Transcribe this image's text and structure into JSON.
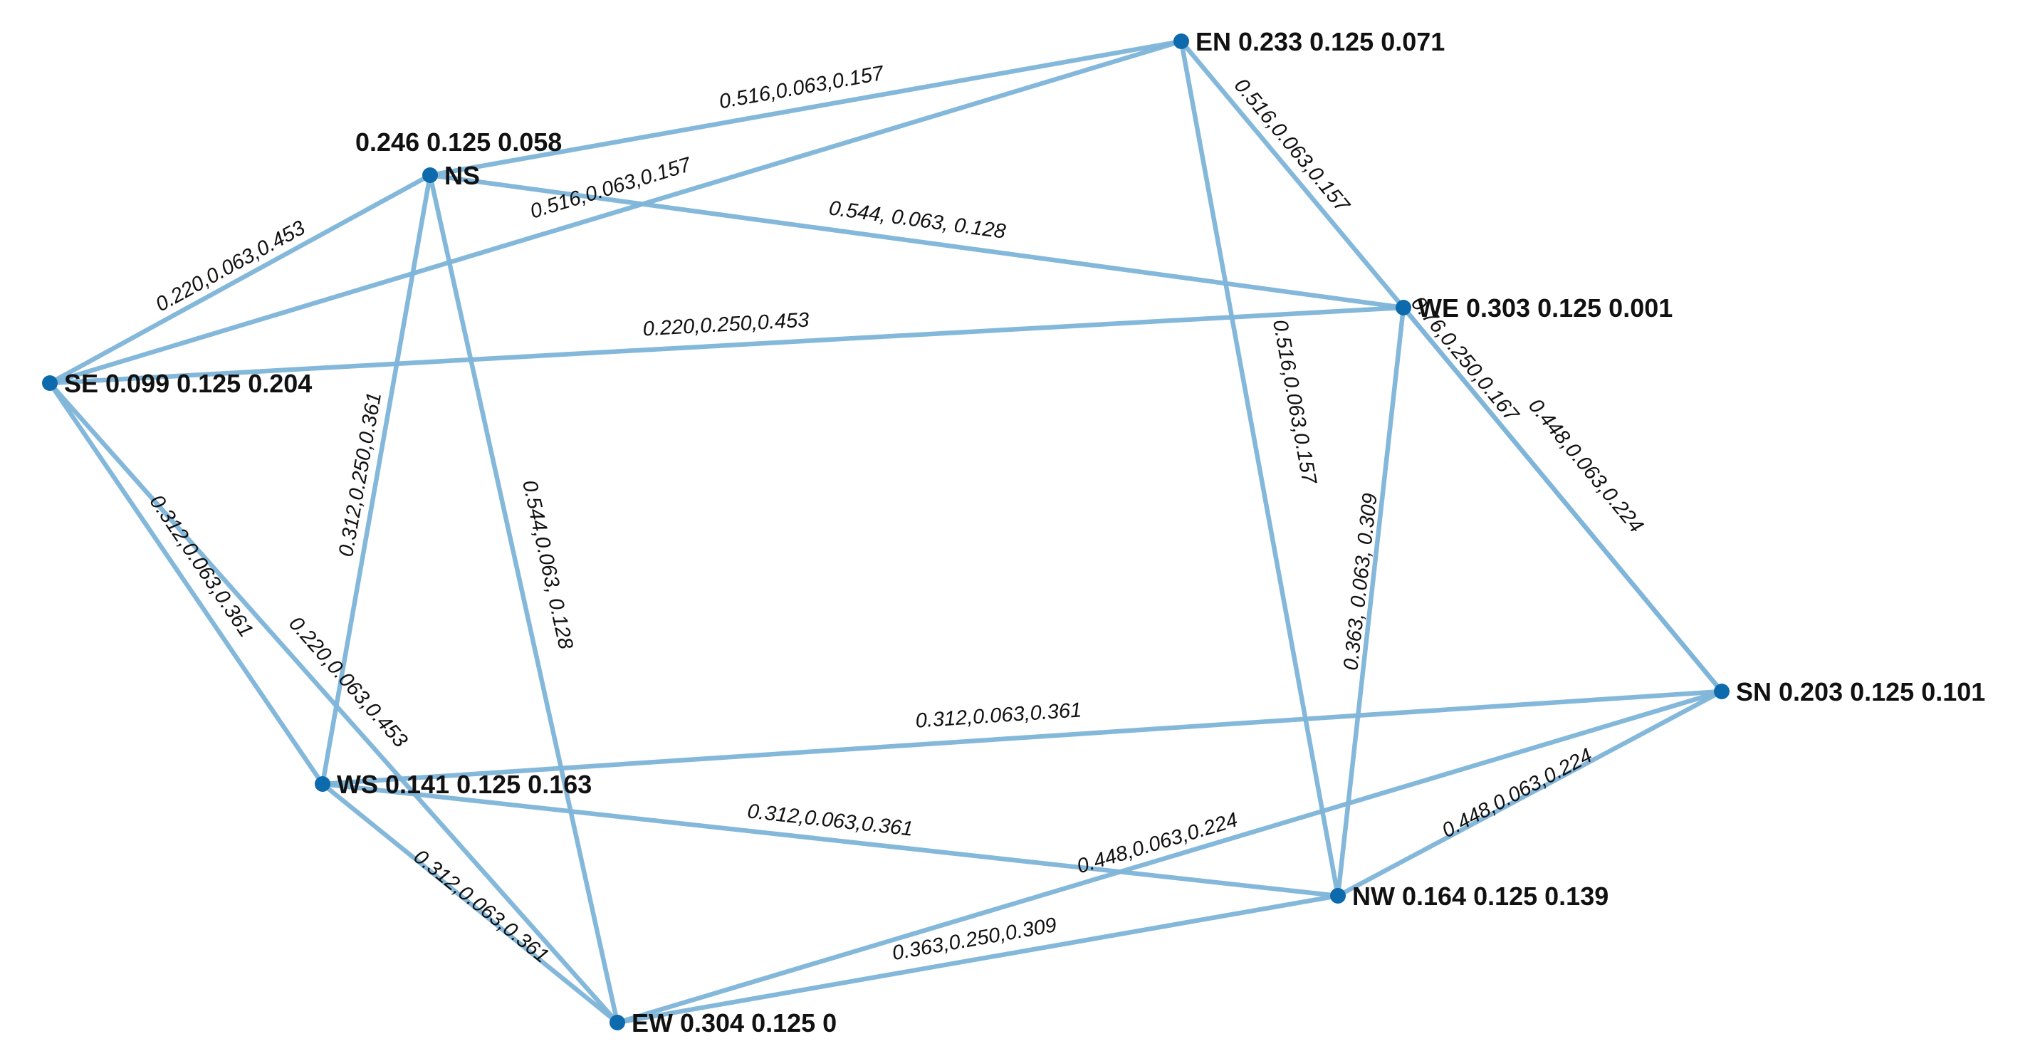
{
  "colors": {
    "edge": "#7eb5d9",
    "node": "#0d6aad",
    "text": "#111111",
    "background": "#ffffff"
  },
  "nodes": [
    {
      "id": "EN",
      "text": "EN 0.233 0.125 0.071"
    },
    {
      "id": "NS",
      "text": "NS",
      "extra": "0.246 0.125 0.058"
    },
    {
      "id": "WE",
      "text": "WE 0.303 0.125 0.001"
    },
    {
      "id": "SE",
      "text": "SE 0.099 0.125 0.204"
    },
    {
      "id": "SN",
      "text": "SN 0.203 0.125 0.101"
    },
    {
      "id": "WS",
      "text": "WS 0.141 0.125 0.163"
    },
    {
      "id": "NW",
      "text": "NW 0.164 0.125 0.139"
    },
    {
      "id": "EW",
      "text": "EW 0.304 0.125 0"
    }
  ],
  "edges": [
    {
      "from": "NS",
      "to": "EN",
      "label": "0.516,0.063,0.157"
    },
    {
      "from": "SE",
      "to": "EN",
      "label": "0.516,0.063,0.157"
    },
    {
      "from": "EN",
      "to": "WE",
      "label": "0.516,0.063,0.157"
    },
    {
      "from": "EN",
      "to": "NW",
      "label": "0.516,0.063,0.157"
    },
    {
      "from": "SE",
      "to": "NS",
      "label": "0.220,0.063,0.453"
    },
    {
      "from": "NS",
      "to": "WE",
      "label": "0.544, 0.063, 0.128"
    },
    {
      "from": "SE",
      "to": "WE",
      "label": "0.220,0.250,0.453"
    },
    {
      "from": "WE",
      "to": "SN",
      "label": "0.448,0.063,0.224"
    },
    {
      "from": "WE",
      "to": "SN",
      "label": "0.76,0.250,0.167"
    },
    {
      "from": "WE",
      "to": "NW",
      "label": "0.363, 0.063, 0.309"
    },
    {
      "from": "WS",
      "to": "NS",
      "label": "0.312,0.250,0.361"
    },
    {
      "from": "NS",
      "to": "EW",
      "label": "0.544,0.063, 0.128"
    },
    {
      "from": "SE",
      "to": "WS",
      "label": "0.312,0.063,0.361"
    },
    {
      "from": "SE",
      "to": "EW",
      "label": "0.220,0.063,0.453"
    },
    {
      "from": "WS",
      "to": "SN",
      "label": "0.312,0.063,0.361"
    },
    {
      "from": "WS",
      "to": "NW",
      "label": "0.312,0.063,0.361"
    },
    {
      "from": "WS",
      "to": "EW",
      "label": "0.312,0.063,0.361"
    },
    {
      "from": "EW",
      "to": "SN",
      "label": "0.448,0.063,0.224"
    },
    {
      "from": "NW",
      "to": "SN",
      "label": "0.448,0.063,0.224"
    },
    {
      "from": "EW",
      "to": "NW",
      "label": "0.363,0.250,0.309"
    }
  ]
}
